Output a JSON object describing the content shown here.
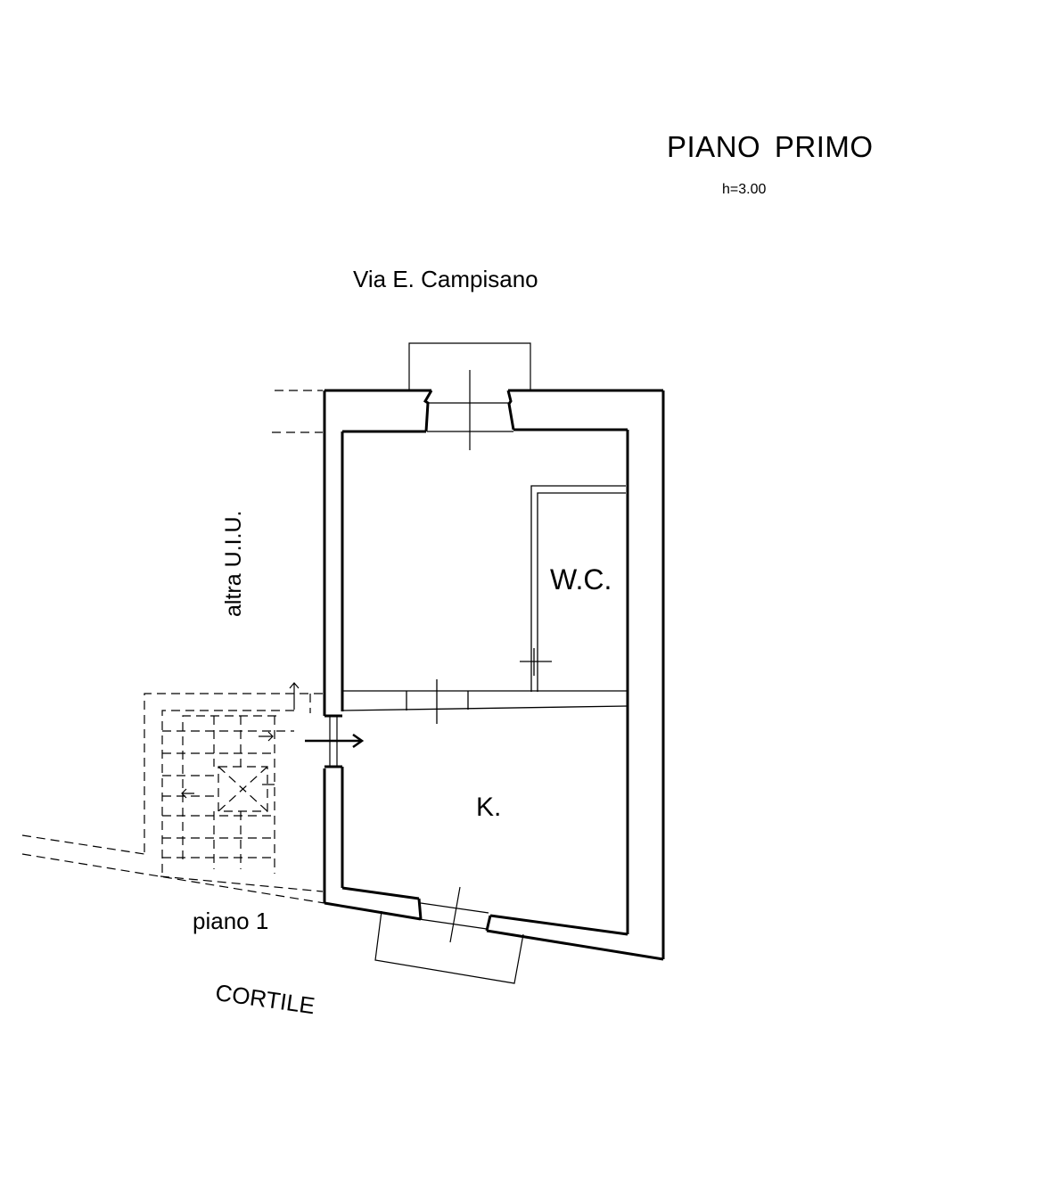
{
  "header": {
    "title": "PIANO  PRIMO",
    "height": "h=3.00"
  },
  "context": {
    "street": "Via E. Campisano",
    "other_unit": "altra U.I.U.",
    "floor_note": "piano 1",
    "courtyard": "CORTILE"
  },
  "rooms": {
    "wc": "W.C.",
    "kitchen": "K."
  },
  "colors": {
    "line": "#000000",
    "background": "#ffffff"
  }
}
